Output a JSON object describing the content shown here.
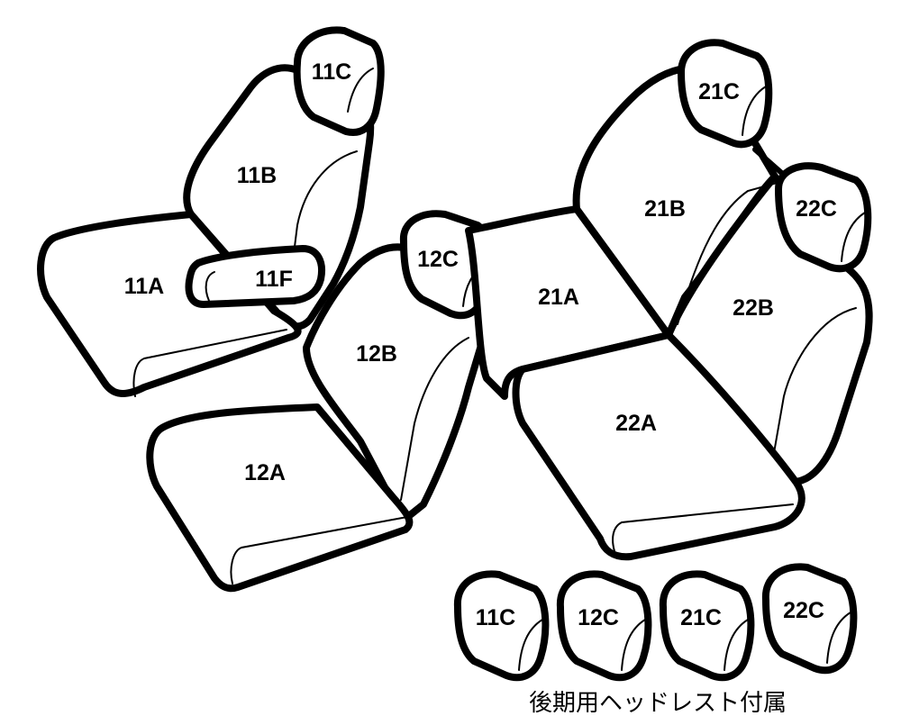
{
  "labels": {
    "11A": "11A",
    "11B": "11B",
    "11C": "11C",
    "11F": "11F",
    "12A": "12A",
    "12B": "12B",
    "12C": "12C",
    "21A": "21A",
    "21B": "21B",
    "21C": "21C",
    "22A": "22A",
    "22B": "22B",
    "22C": "22C"
  },
  "spare_headrests": [
    "11C",
    "12C",
    "21C",
    "22C"
  ],
  "caption": "後期用ヘッドレスト付属",
  "colors": {
    "stroke": "#000000",
    "fill": "#ffffff"
  }
}
